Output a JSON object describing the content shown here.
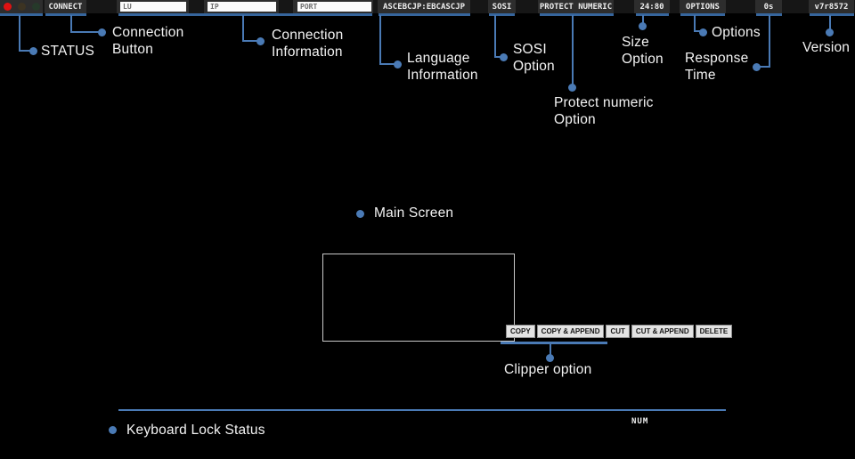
{
  "colors": {
    "accent_blue": "#4a7ab5",
    "underline_blue": "#36659c",
    "toolbar_bg": "#2d2d2d",
    "close_red": "#e01212"
  },
  "toolbar": {
    "connect_label": "CONNECT",
    "lu_placeholder": "LU",
    "ip_placeholder": "IP",
    "port_placeholder": "PORT",
    "language_info": "ASCEBCJP:EBCASCJP",
    "sosi_label": "SOSI",
    "protect_numeric_label": "PROTECT NUMERIC",
    "size_label": "24:80",
    "options_label": "OPTIONS",
    "response_time_label": "0s",
    "version_label": "v7r8572"
  },
  "annotations": {
    "status": "STATUS",
    "connection_button": "Connection\nButton",
    "connection_information": "Connection\nInformation",
    "language_information": "Language\nInformation",
    "sosi_option": "SOSI\nOption",
    "protect_numeric_option": "Protect numeric\nOption",
    "size_option": "Size\nOption",
    "options": "Options",
    "response_time": "Response\nTime",
    "version": "Version",
    "main_screen": "Main Screen",
    "clipper_option": "Clipper option",
    "keyboard_lock_status": "Keyboard Lock Status"
  },
  "clipper": {
    "buttons": [
      "COPY",
      "COPY & APPEND",
      "CUT",
      "CUT & APPEND",
      "DELETE"
    ]
  },
  "status_bar": {
    "num_label": "NUM"
  }
}
